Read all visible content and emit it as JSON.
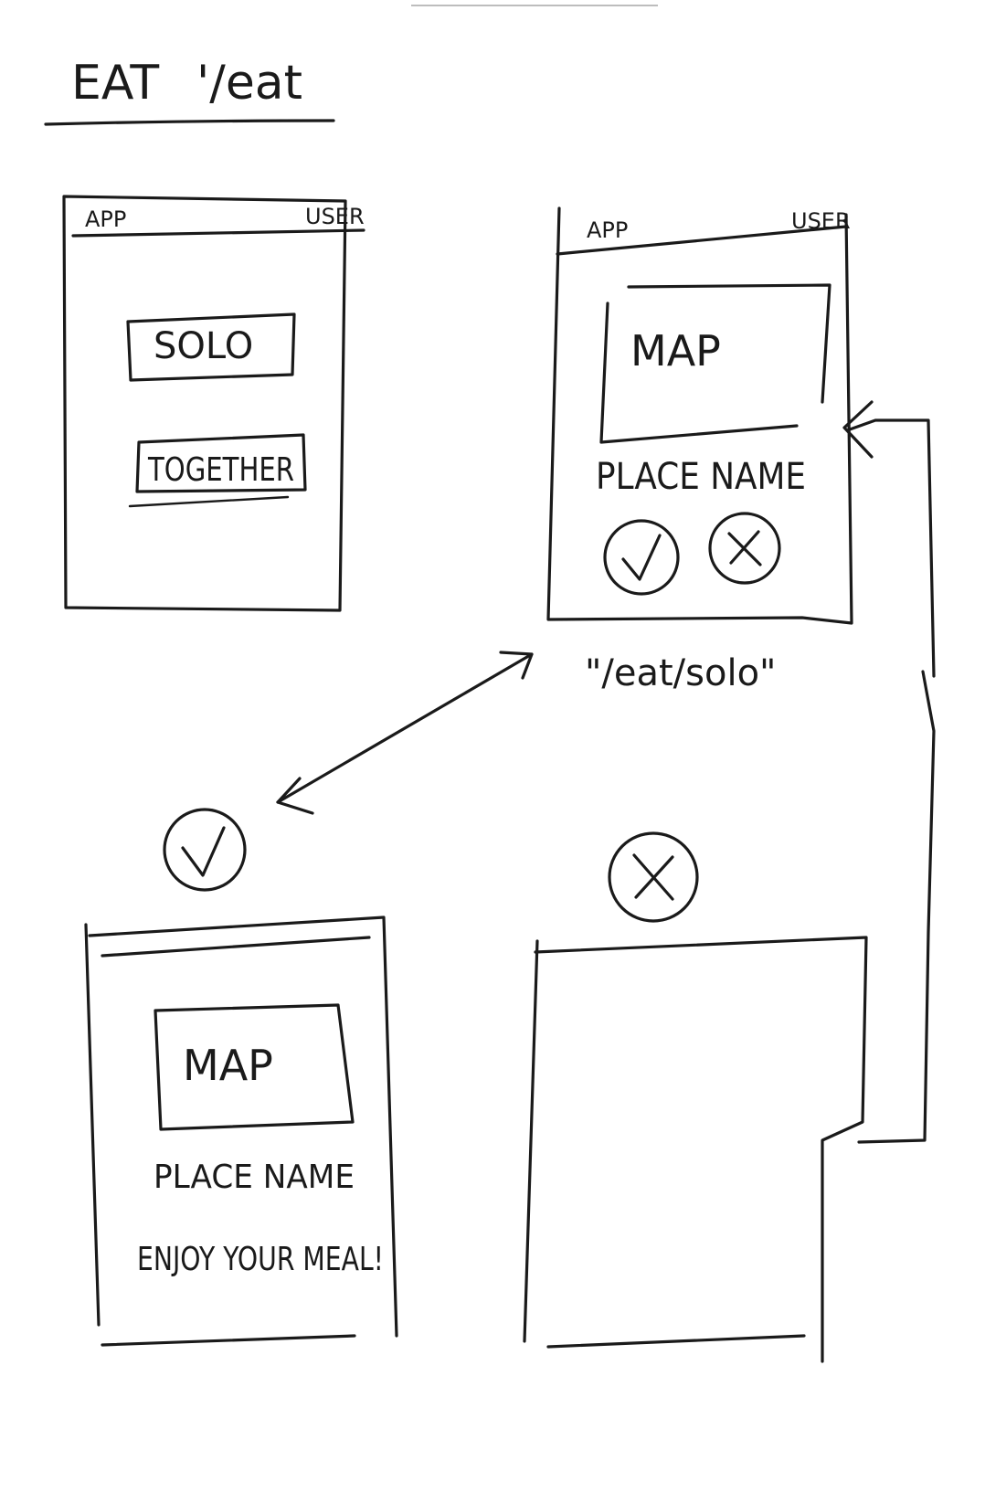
{
  "header": {
    "title": "EAT",
    "route": "'/eat"
  },
  "screen_home": {
    "app_label": "APP",
    "user_label": "USER",
    "solo_button": "SOLO",
    "together_button": "TOGETHER"
  },
  "screen_solo": {
    "app_label": "APP",
    "user_label": "USER",
    "map_label": "MAP",
    "place_name": "PLACE NAME",
    "accept_icon": "check-circle-icon",
    "reject_icon": "x-circle-icon",
    "route": "\"/eat/solo\""
  },
  "screen_accepted": {
    "map_label": "MAP",
    "place_name": "PLACE NAME",
    "message": "ENJOY YOUR MEAL!"
  },
  "screen_rejected": {},
  "colors": {
    "ink": "#1a1a1a",
    "paper": "#ffffff"
  }
}
